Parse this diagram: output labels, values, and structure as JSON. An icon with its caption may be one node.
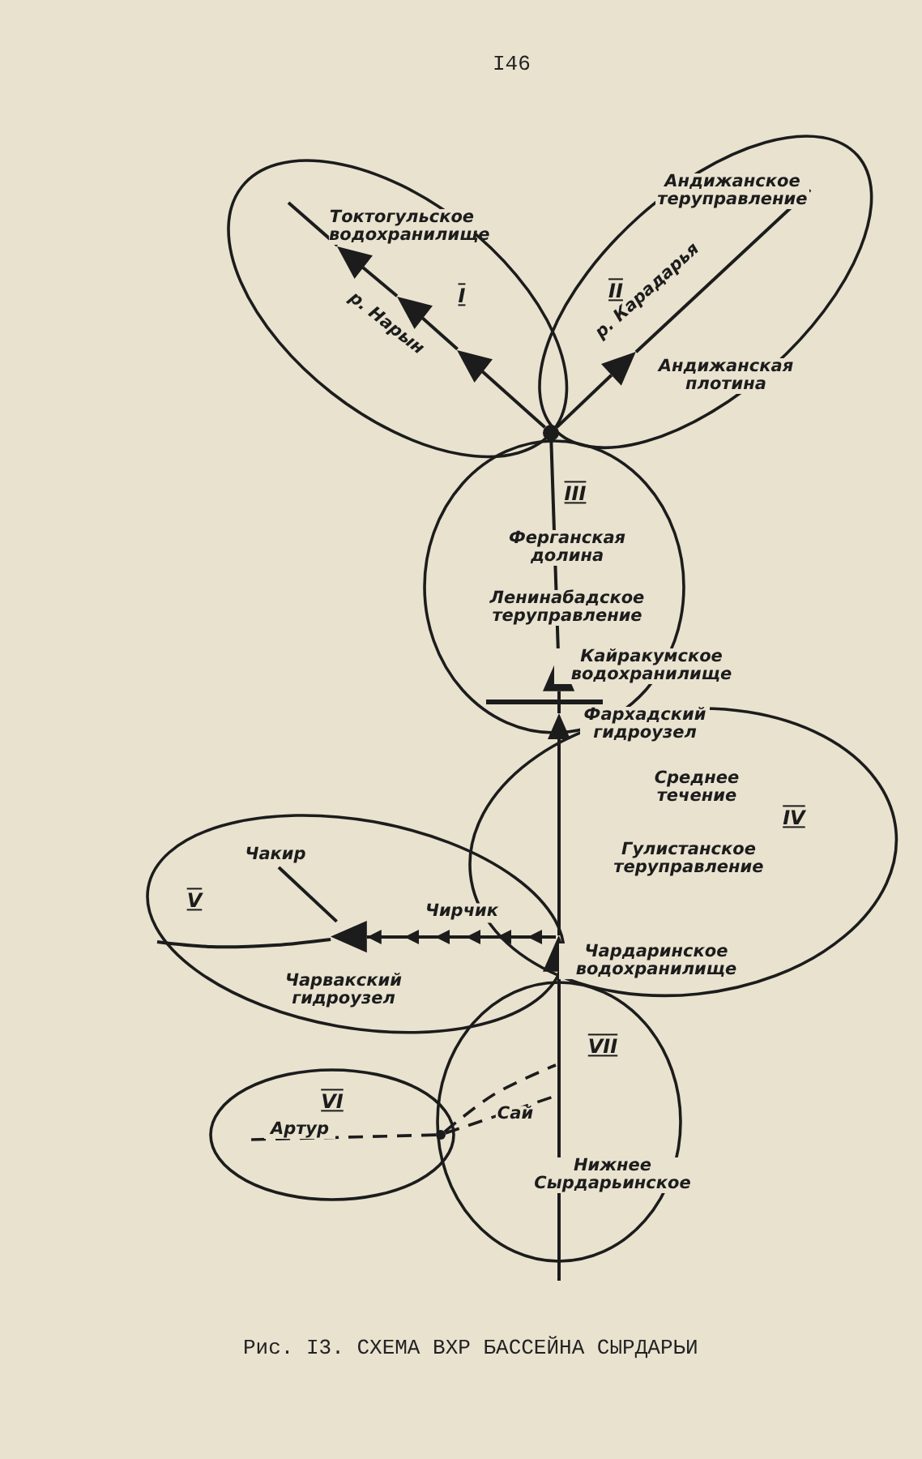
{
  "diagram": {
    "caption": "Рис. I3. СХЕМА ВХР БАССЕЙНА СЫРДАРЬИ",
    "nodes": [
      {
        "text": [
          "Токтогульское водохранилище",
          "I"
        ]
      },
      {
        "text": [
          "Андижанское теруправление",
          "II",
          "Андижанская плотина"
        ]
      },
      {
        "text": [
          "III",
          "Ферганская долина",
          "Ленинабадское теруправление"
        ]
      },
      {
        "text": [
          "Среднее течение",
          "IV",
          "Гулистанское теруправление"
        ]
      },
      {
        "text": [
          "V",
          "Чарвакский гидроузел"
        ]
      },
      {
        "text": [
          "VI",
          "Артур"
        ]
      },
      {
        "text": [
          "VII",
          "Нижнее Сырдарьинское"
        ]
      },
      {
        "text": [],
        "shape": "circle"
      },
      {
        "text": [],
        "shape": "triangle",
        "in": 3,
        "beside": [
          "Чардаринское водохранилище"
        ]
      },
      {
        "text": [],
        "shape": "circle"
      },
      {
        "text": [],
        "shape": "triangle",
        "in": 4
      },
      {
        "text": [],
        "shape": "triangle",
        "in": 2,
        "beside": [
          "Кайракумское водохранилище"
        ]
      },
      {
        "text": [],
        "shape": "triangle"
      },
      {
        "text": [],
        "shape": "triangle",
        "in": 0
      },
      {
        "text": [],
        "shape": "triangle",
        "in": 0
      },
      {
        "text": [],
        "shape": "triangle",
        "in": 0
      },
      {
        "text": [],
        "shape": "triangle",
        "in": 1
      }
    ],
    "edges": [
      {
        "from": 7,
        "to": 15,
        "arrow": "none"
      },
      {
        "from": 15,
        "to": 14,
        "arrow": "none",
        "label": "р. Нарын"
      },
      {
        "from": 14,
        "to": 13,
        "arrow": "none"
      },
      {
        "from": 13,
        "to": 0,
        "arrow": "none"
      },
      {
        "from": 7,
        "to": 16,
        "arrow": "none"
      },
      {
        "from": 16,
        "to": 1,
        "arrow": "none",
        "label": "р. Карадарья"
      },
      {
        "from": 8,
        "to": 12,
        "arrow": "none"
      },
      {
        "from": 12,
        "to": 11,
        "arrow": "none"
      },
      {
        "from": 11,
        "to": 7,
        "arrow": "none"
      },
      {
        "from": 8,
        "to": null,
        "arrow": "none"
      },
      {
        "from": 8,
        "to": 10,
        "arrow": "to",
        "label": "Чирчик"
      },
      {
        "from": 10,
        "to": 4,
        "arrow": "none",
        "label": "Чакир"
      },
      {
        "from": 10,
        "to": 4,
        "arrow": "none"
      },
      {
        "from": 9,
        "to": 5,
        "arrow": "none",
        "style": "dashed"
      },
      {
        "from": 9,
        "to": 6,
        "arrow": "none",
        "style": "dashed"
      },
      {
        "from": 9,
        "to": 6,
        "arrow": "none",
        "style": "dashed",
        "label": "Сай"
      }
    ],
    "labels": [
      "I46",
      "Фархадский гидроузел"
    ]
  }
}
